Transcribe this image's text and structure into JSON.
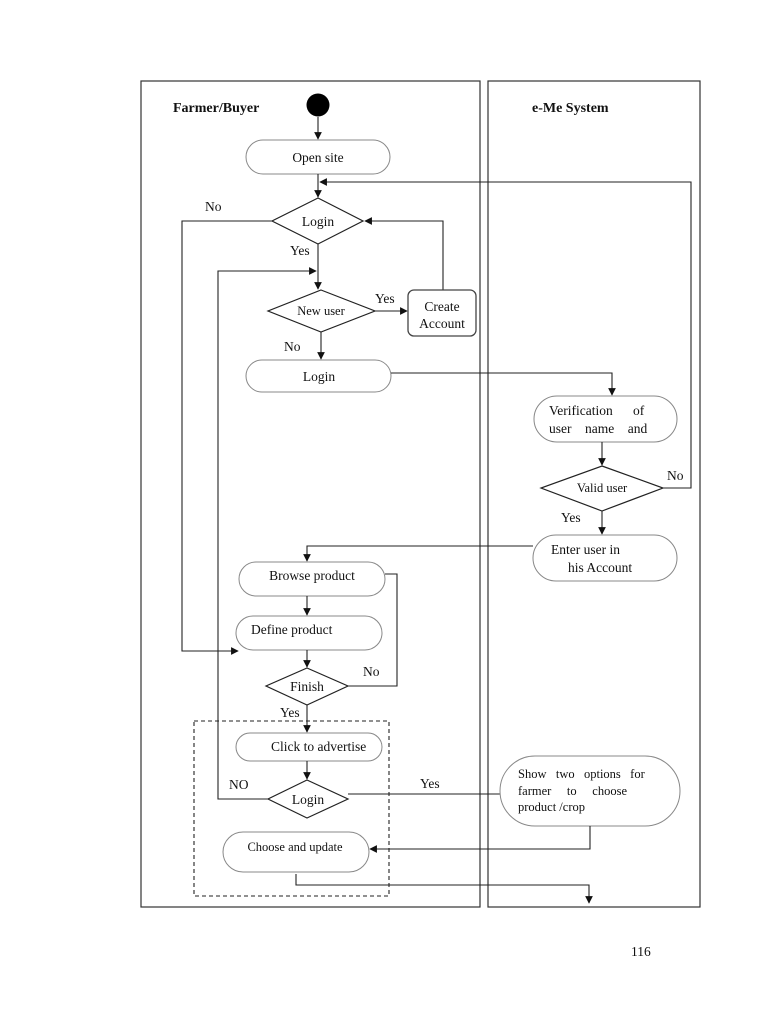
{
  "lanes": {
    "left_title": "Farmer/Buyer",
    "right_title": "e-Me System"
  },
  "nodes": {
    "open_site": "Open site",
    "login_decision": "Login",
    "new_user_decision": "New user",
    "create_account_line1": "Create",
    "create_account_line2": "Account",
    "login_action": "Login",
    "verification_line1": "Verification      of",
    "verification_line2": "user    name    and",
    "valid_user_decision": "Valid user",
    "enter_user_line1": "Enter user in",
    "enter_user_line2": "his Account",
    "browse_product": "Browse product",
    "define_product": "Define product",
    "finish_decision": "Finish",
    "click_to_advertise": "Click to advertise",
    "login_decision_2": "Login",
    "show_options_line1": "Show   two   options   for",
    "show_options_line2": "farmer     to     choose",
    "show_options_line3": "product /crop",
    "choose_and_update": "Choose and update"
  },
  "labels": {
    "no_login": "No",
    "yes_login": "Yes",
    "yes_new_user": "Yes",
    "no_new_user": "No",
    "no_valid_user": "No",
    "yes_valid_user": "Yes",
    "no_finish": "No",
    "yes_finish": "Yes",
    "no_login_2": "NO",
    "yes_login_2": "Yes"
  },
  "page_number": "116"
}
